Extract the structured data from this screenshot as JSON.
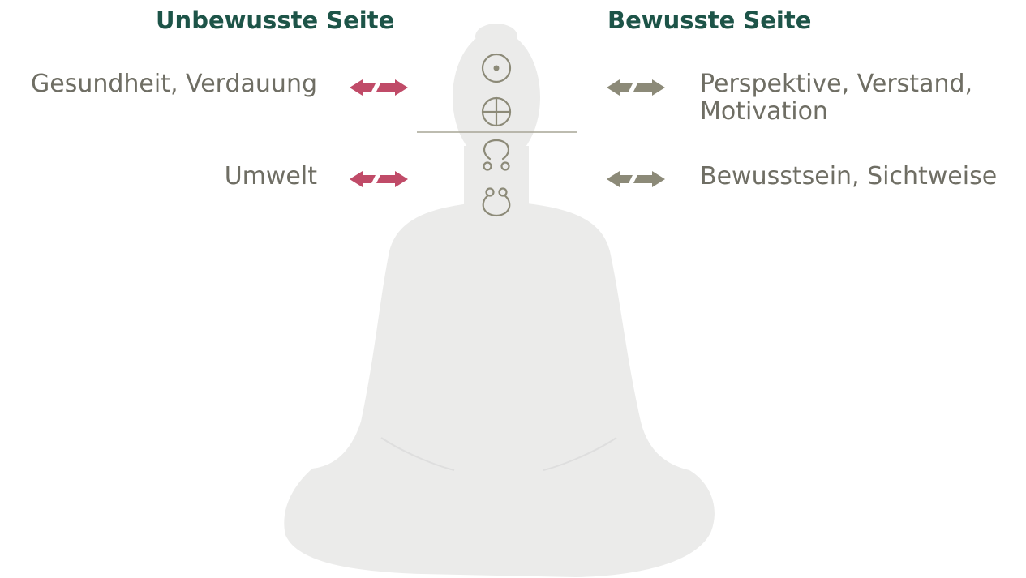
{
  "headings": {
    "unconscious": "Unbewusste Seite",
    "conscious": "Bewusste Seite"
  },
  "unconscious_side": {
    "items": [
      {
        "label": "Gesundheit, Verdauung"
      },
      {
        "label": "Umwelt"
      }
    ]
  },
  "conscious_side": {
    "items": [
      {
        "label_line1": "Perspektive, Verstand,",
        "label_line2": "Motivation"
      },
      {
        "label_line1": "Bewusstsein, Sichtweise"
      }
    ]
  },
  "symbols": [
    "circled-dot-icon",
    "circled-plus-icon",
    "omega-loop-icon",
    "double-loop-icon"
  ],
  "colors": {
    "heading": "#1d5448",
    "label": "#6f6e64",
    "arrow_unconscious": "#c04b68",
    "arrow_conscious": "#8c8a78",
    "silhouette": "#ebebea",
    "symbol": "#8c8a78"
  }
}
